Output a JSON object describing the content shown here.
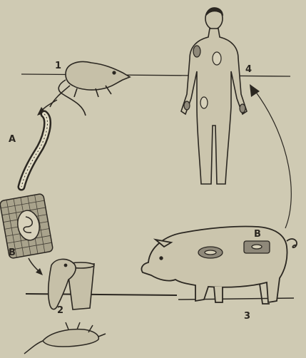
{
  "labels": {
    "stage_1": "1",
    "stage_2": "2",
    "stage_3": "3",
    "stage_4": "4",
    "label_a": "A",
    "label_b_left": "B",
    "label_b_pig": "B"
  },
  "colors": {
    "paper": "#cfcab3",
    "ink": "#2b2721"
  }
}
